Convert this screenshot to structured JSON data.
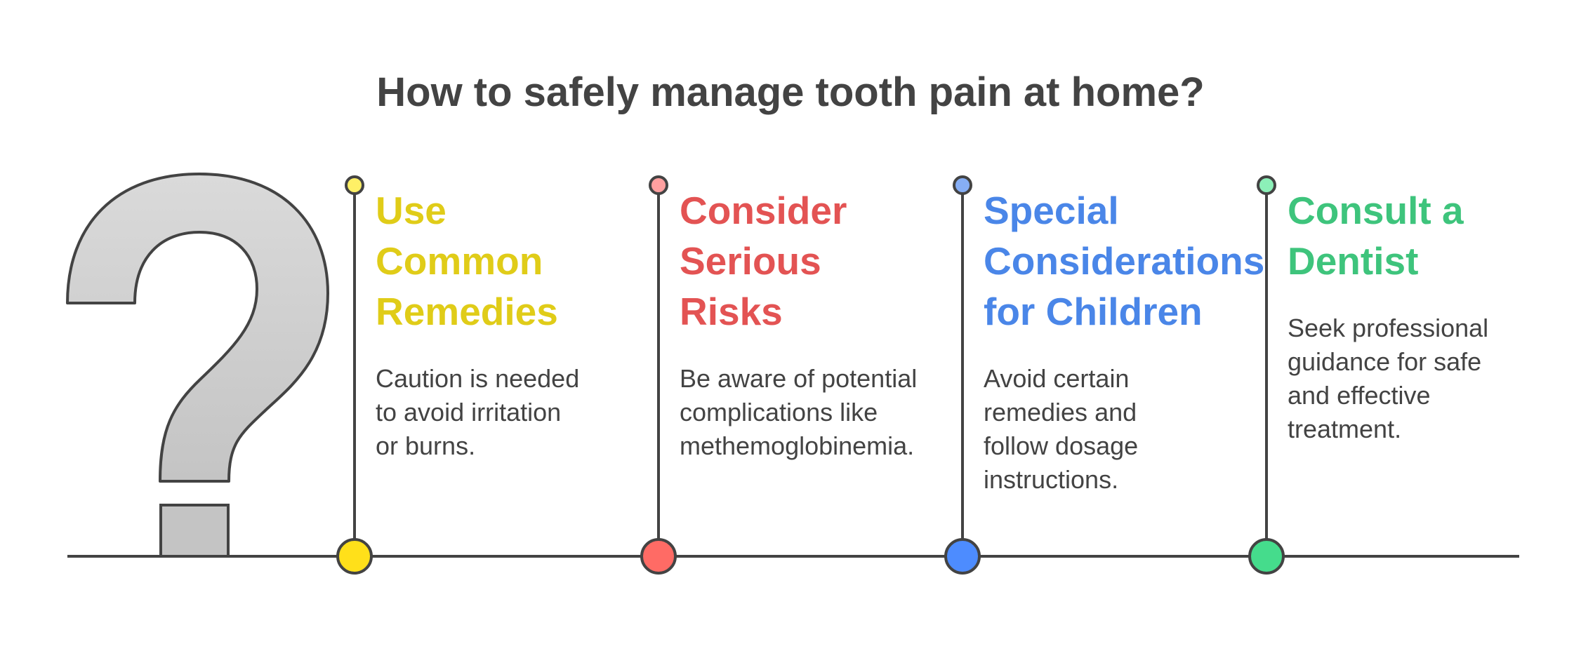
{
  "title": "How to safely manage tooth pain at home?",
  "colors": {
    "text": "#434343",
    "stroke": "#434343",
    "question_fill_top": "#dadada",
    "question_fill_bottom": "#c4c4c4"
  },
  "icons": {
    "hero": "question-mark-icon"
  },
  "steps": [
    {
      "id": "common-remedies",
      "title_lines": [
        "Use",
        "Common",
        "Remedies"
      ],
      "desc_lines": [
        "Caution is needed",
        "to avoid irritation",
        "or burns."
      ],
      "title_color": "#e0cc18",
      "marker_color": "#ffe01a",
      "small_marker_color": "#fff066"
    },
    {
      "id": "serious-risks",
      "title_lines": [
        "Consider",
        "Serious",
        "Risks"
      ],
      "desc_lines": [
        "Be aware of potential",
        "complications like",
        "methemoglobinemia."
      ],
      "title_color": "#e35353",
      "marker_color": "#ff6b65",
      "small_marker_color": "#ffa0a0"
    },
    {
      "id": "children",
      "title_lines": [
        "Special",
        "Considerations",
        "for Children"
      ],
      "desc_lines": [
        "Avoid certain",
        "remedies and",
        "follow dosage",
        "instructions."
      ],
      "title_color": "#4a86e8",
      "marker_color": "#4d8cff",
      "small_marker_color": "#86aef5"
    },
    {
      "id": "dentist",
      "title_lines": [
        "Consult a",
        "Dentist"
      ],
      "desc_lines": [
        "Seek professional",
        "guidance for safe",
        "and effective",
        "treatment."
      ],
      "title_color": "#3ec47c",
      "marker_color": "#45dc8c",
      "small_marker_color": "#8cf0b8"
    }
  ]
}
